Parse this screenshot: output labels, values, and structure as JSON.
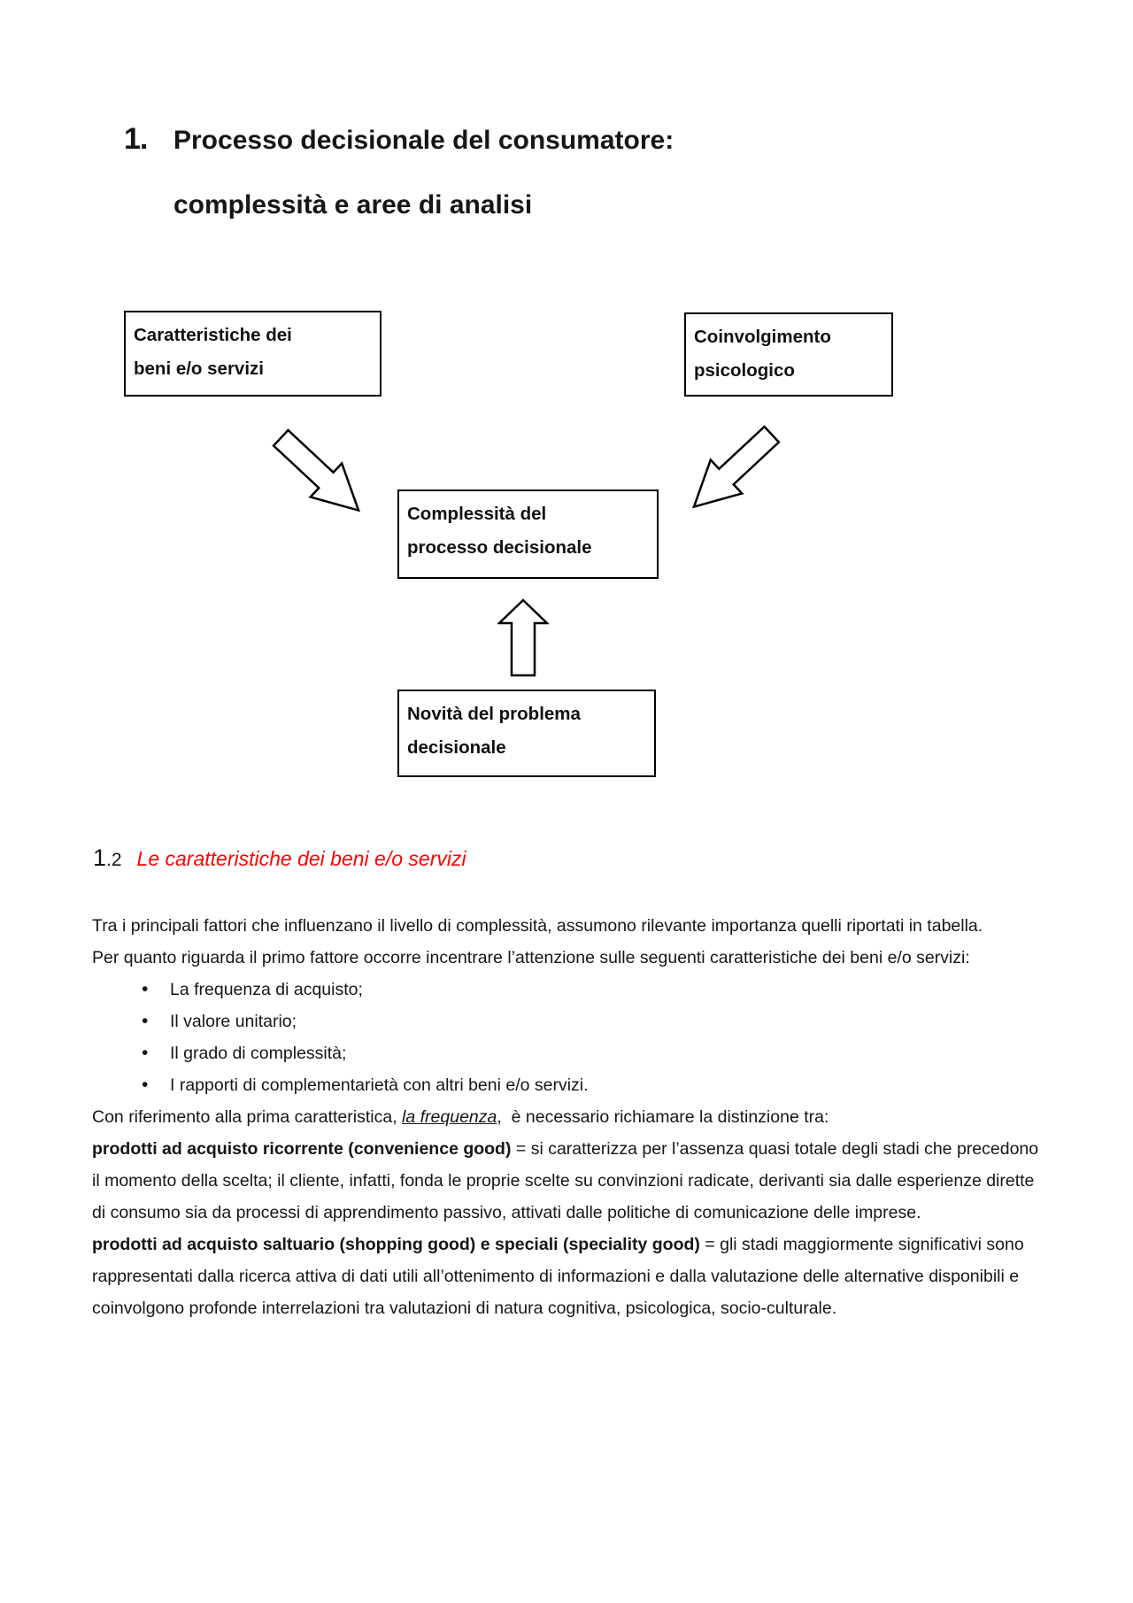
{
  "heading": {
    "number": "1.",
    "line1": "Processo decisionale del consumatore:",
    "line2": "complessità e aree di analisi"
  },
  "diagram": {
    "box_characteristics": {
      "line1": "Caratteristiche dei",
      "line2": "beni e/o servizi"
    },
    "box_involvement": {
      "line1": "Coinvolgimento",
      "line2": "psicologico"
    },
    "box_complexity": {
      "line1": "Complessità del",
      "line2": "processo decisionale"
    },
    "box_novelty": {
      "line1": "Novità del problema",
      "line2": "decisionale"
    },
    "arrow_left_icon": "block-arrow-down-right",
    "arrow_right_icon": "block-arrow-down-left",
    "arrow_up_icon": "block-arrow-up",
    "arrow_style": {
      "fill": "#ffffff",
      "stroke": "#000000"
    }
  },
  "section": {
    "number_major": "1",
    "number_minor": ".2",
    "title": "Le caratteristiche dei beni e/o servizi",
    "title_color": "#ff0000"
  },
  "body": {
    "para1": "Tra i principali fattori che influenzano il livello di complessità, assumono rilevante importanza quelli riportati in tabella.",
    "para2": "Per quanto riguarda il primo fattore occorre incentrare l’attenzione sulle seguenti caratteristiche dei beni e/o servizi:",
    "bullets": [
      "La frequenza di acquisto;",
      "Il valore unitario;",
      "Il grado di complessità;",
      "I rapporti di complementarietà con altri beni e/o servizi."
    ],
    "para3_pre": "Con riferimento alla prima caratteristica, ",
    "para3_term": "la frequenza",
    "para3_post": ",  è necessario richiamare la distinzione tra:",
    "para4_bold": "prodotti ad acquisto ricorrente (convenience good)",
    "para4_rest": " = si caratterizza per l’assenza quasi totale degli stadi che precedono il momento della scelta; il cliente, infatti, fonda le proprie scelte su convinzioni radicate, derivanti sia dalle esperienze dirette di consumo sia da processi di apprendimento passivo, attivati dalle politiche di comunicazione delle imprese.",
    "para5_bold": "prodotti ad acquisto saltuario (shopping good) e speciali (speciality good)",
    "para5_rest": " = gli stadi maggiormente significativi sono rappresentati dalla ricerca attiva di dati utili all’ottenimento di informazioni e dalla valutazione delle alternative disponibili e coinvolgono profonde interrelazioni tra valutazioni di natura cognitiva, psicologica, socio-culturale."
  }
}
